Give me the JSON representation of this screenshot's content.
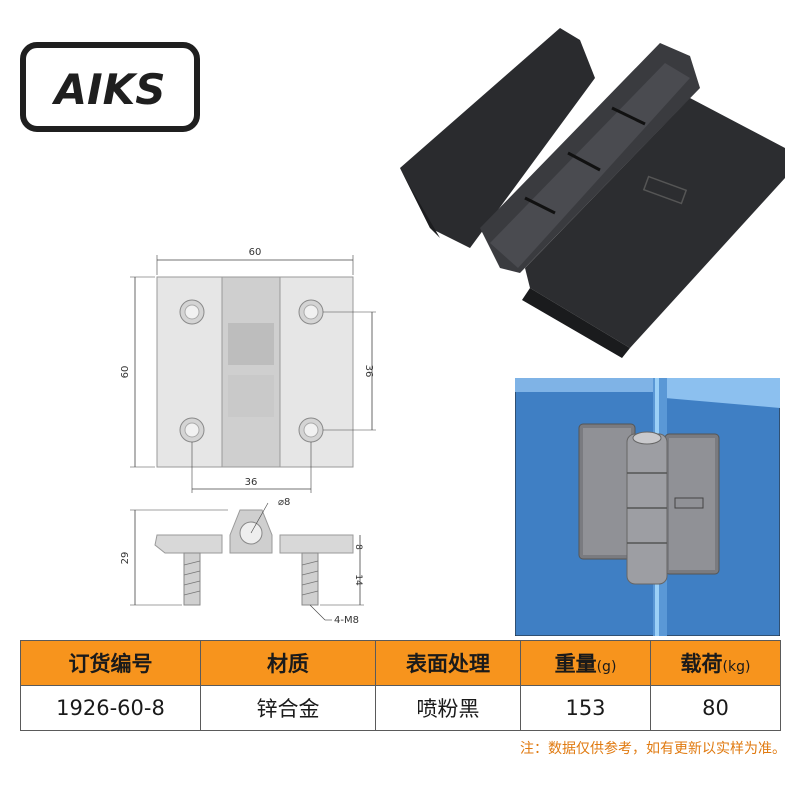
{
  "brand": {
    "logo_text": "AIKS"
  },
  "drawing": {
    "top_width": "60",
    "height": "60",
    "hole_spacing_v": "36",
    "hole_spacing_h": "36",
    "pin_diameter": "⌀8",
    "total_height": "29",
    "leaf_thickness": "8",
    "thread_length": "14",
    "thread_spec": "4-M8"
  },
  "table": {
    "headers": [
      {
        "text": "订货编号",
        "unit": ""
      },
      {
        "text": "材质",
        "unit": ""
      },
      {
        "text": "表面处理",
        "unit": ""
      },
      {
        "text": "重量",
        "unit": "(g)"
      },
      {
        "text": "载荷",
        "unit": "(kg)"
      }
    ],
    "row": [
      "1926-60-8",
      "锌合金",
      "喷粉黑",
      "153",
      "80"
    ]
  },
  "note": "注：数据仅供参考，如有更新以实样为准。",
  "colors": {
    "accent": "#f7941d",
    "panel_blue": "#3f7fc4",
    "hinge_black": "#2e2f32"
  }
}
